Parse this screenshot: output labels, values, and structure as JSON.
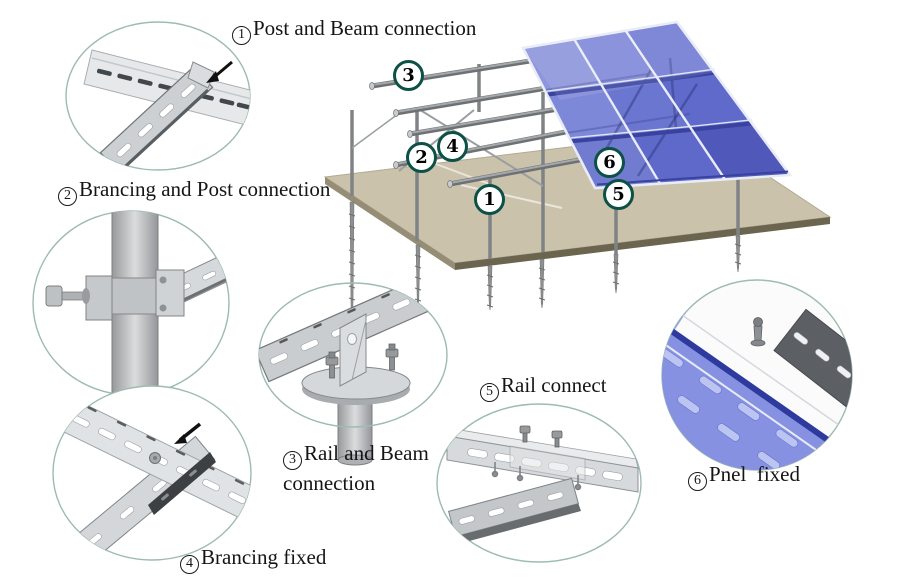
{
  "figure": {
    "type": "assembly-diagram",
    "subject": "Solar panel ground mounting system components"
  },
  "callouts": [
    {
      "num": "1",
      "label": "Post and Beam connection"
    },
    {
      "num": "2",
      "label": "Brancing and Post connection"
    },
    {
      "num": "3",
      "label": "Rail and Beam connection"
    },
    {
      "num": "4",
      "label": "Brancing fixed"
    },
    {
      "num": "5",
      "label": "Rail connect"
    },
    {
      "num": "6",
      "label": "Pnel  fixed"
    }
  ],
  "markers": [
    {
      "num": "1"
    },
    {
      "num": "2"
    },
    {
      "num": "3"
    },
    {
      "num": "4"
    },
    {
      "num": "5"
    },
    {
      "num": "6"
    }
  ],
  "colors": {
    "inset_ring": "#9dbbb0",
    "marker_ring": "#0d5045",
    "label_text": "#151515",
    "panel_blue": "#6b76d0",
    "panel_frame": "#e8ecf6",
    "panel_strip": "#39429f",
    "ground_tan": "#cbc2ac",
    "steel": "#8e9093"
  }
}
